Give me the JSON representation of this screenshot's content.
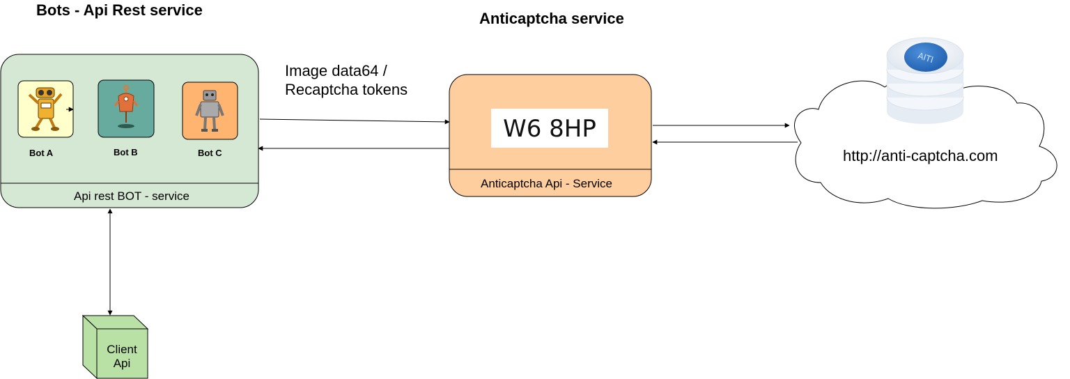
{
  "titles": {
    "bots_service": "Bots - Api Rest service",
    "anticaptcha_service": "Anticaptcha service"
  },
  "bots_panel": {
    "footer_label": "Api rest BOT - service",
    "bots": [
      {
        "label": "Bot A",
        "icon": "yellow-robot-icon",
        "bg": "#FFFFCC"
      },
      {
        "label": "Bot B",
        "icon": "teal-robot-icon",
        "bg": "#67AB9F"
      },
      {
        "label": "Bot C",
        "icon": "gray-robot-icon",
        "bg": "#FFB570"
      }
    ],
    "bg": "#D5E8D4"
  },
  "anticaptcha_panel": {
    "captcha_text": "W6 8HP",
    "footer_label": "Anticaptcha Api - Service",
    "bg": "#FFCE9F"
  },
  "edge_label": "Image data64 / Recaptcha tokens",
  "cloud": {
    "url": "http://anti-captcha.com",
    "logo_text": "AITI",
    "icon": "database-stack-icon"
  },
  "client": {
    "label": "Client Api",
    "bg": "#B9E0A5"
  }
}
